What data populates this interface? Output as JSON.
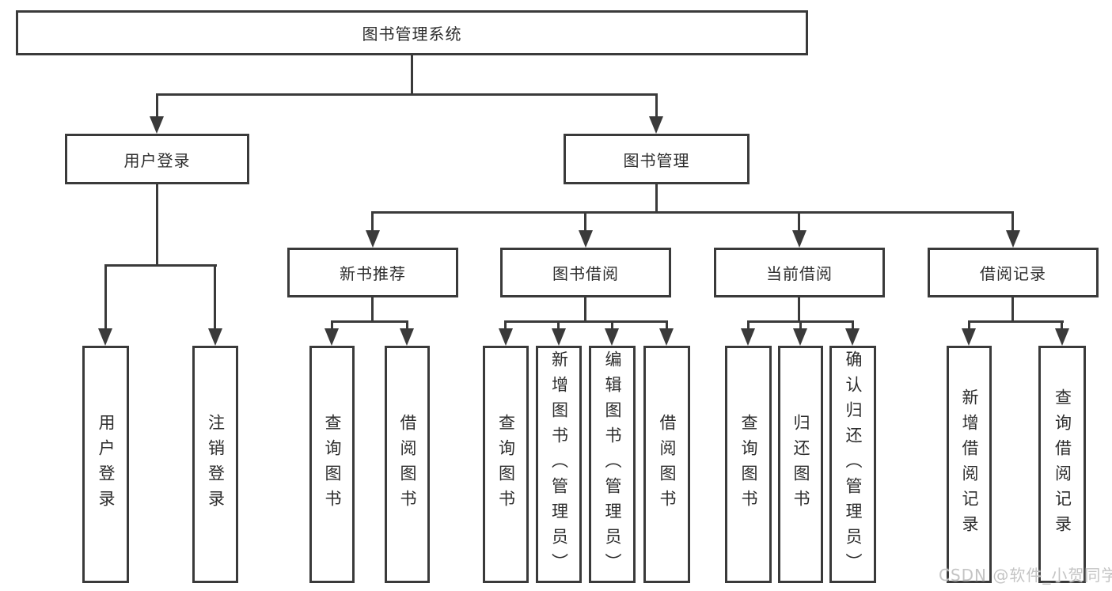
{
  "diagram": {
    "root": {
      "label": "图书管理系统"
    },
    "branches": [
      {
        "label": "用户登录",
        "children": [
          {
            "label": "用户登录"
          },
          {
            "label": "注销登录"
          }
        ]
      },
      {
        "label": "图书管理",
        "children": [
          {
            "label": "新书推荐",
            "children": [
              {
                "label": "查询图书"
              },
              {
                "label": "借阅图书"
              }
            ]
          },
          {
            "label": "图书借阅",
            "children": [
              {
                "label": "查询图书"
              },
              {
                "label": "新增图书（管理员）"
              },
              {
                "label": "编辑图书（管理员）"
              },
              {
                "label": "借阅图书"
              }
            ]
          },
          {
            "label": "当前借阅",
            "children": [
              {
                "label": "查询图书"
              },
              {
                "label": "归还图书"
              },
              {
                "label": "确认归还（管理员）"
              }
            ]
          },
          {
            "label": "借阅记录",
            "children": [
              {
                "label": "新增借阅记录"
              },
              {
                "label": "查询借阅记录"
              }
            ]
          }
        ]
      }
    ]
  },
  "watermark": {
    "text": "CSDN @软件_小贺同学",
    "color": "#c4c4c4"
  },
  "style": {
    "line_color": "#3a3a3a",
    "text_color": "#2d2d2d",
    "background": "#ffffff"
  }
}
